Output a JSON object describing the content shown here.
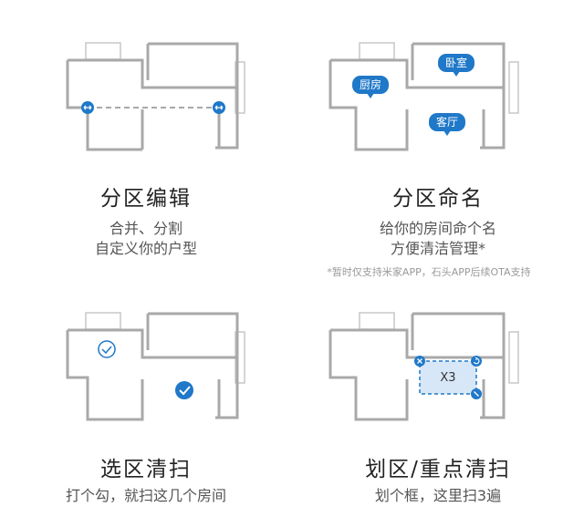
{
  "features": {
    "partition_edit": {
      "title": "分区编辑",
      "line1": "合并、分割",
      "line2": "自定义你的户型"
    },
    "room_naming": {
      "title": "分区命名",
      "line1": "给你的房间命个名",
      "line2": "方便清洁管理*",
      "note": "*暂时仅支持米家APP，石头APP后续OTA支持",
      "tags": {
        "kitchen": "厨房",
        "bedroom": "卧室",
        "living_room": "客厅"
      }
    },
    "select_clean": {
      "title": "选区清扫",
      "line1": "打个勾，就扫这几个房间"
    },
    "zone_clean": {
      "title": "划区/重点清扫",
      "line1": "划个框，这里扫3遍",
      "zone_label": "X3"
    }
  },
  "colors": {
    "wall": "#a9a9a9",
    "accent": "#1f78c8",
    "zone_fill": "#d7e7f7"
  }
}
